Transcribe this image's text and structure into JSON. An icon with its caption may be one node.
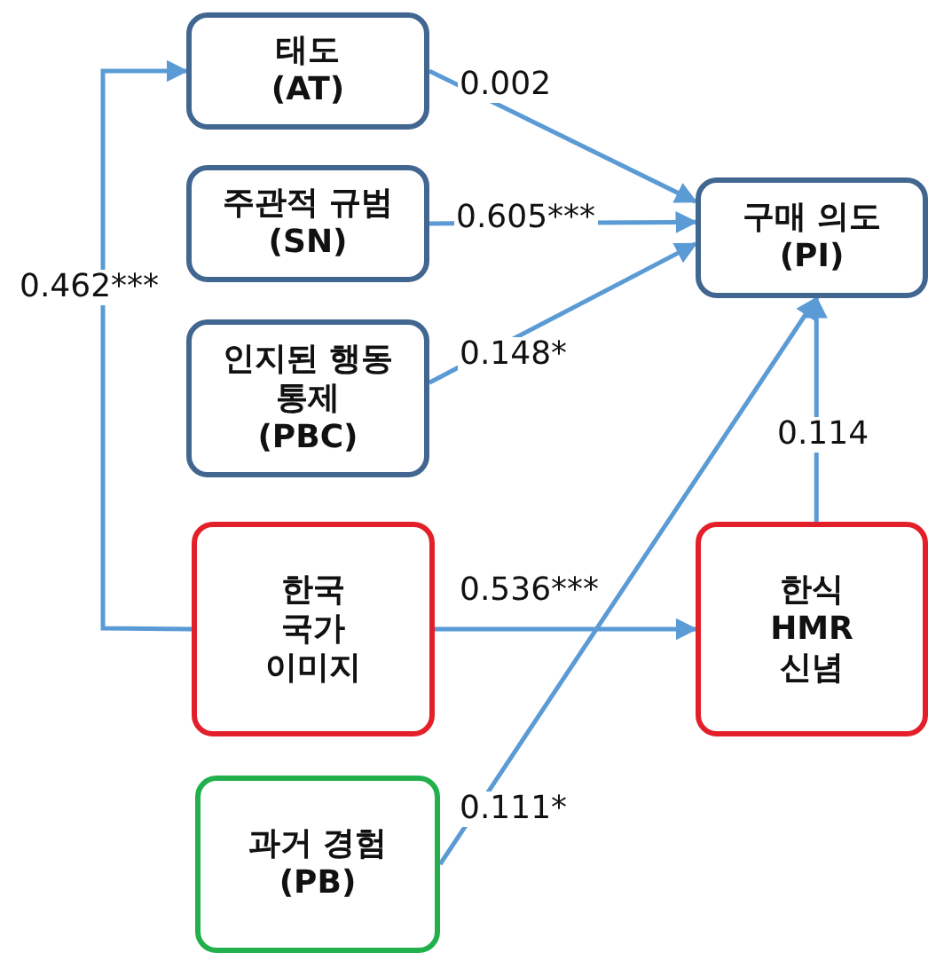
{
  "diagram": {
    "nodes": [
      {
        "text": [
          "태도",
          "(AT)"
        ]
      },
      {
        "text": [
          "주관적 규범",
          "(SN)"
        ]
      },
      {
        "text": [
          "인지된 행동 통제",
          "(PBC)"
        ]
      },
      {
        "text": [
          "구매 의도",
          "(PI)"
        ]
      },
      {
        "text": [
          "한국 국가 이미지"
        ]
      },
      {
        "text": [
          "한식 HMR 신념"
        ]
      },
      {
        "text": [
          "과거 경험",
          "(PB)"
        ]
      }
    ],
    "edges": [
      {
        "from": 0,
        "to": 3,
        "arrow": "to",
        "label": "0.002"
      },
      {
        "from": 1,
        "to": 3,
        "arrow": "to",
        "label": "0.605***"
      },
      {
        "from": 2,
        "to": 3,
        "arrow": "to",
        "label": "0.148*"
      },
      {
        "from": 4,
        "to": 0,
        "arrow": "to",
        "label": "0.462***"
      },
      {
        "from": 4,
        "to": 5,
        "arrow": "to",
        "label": "0.536***"
      },
      {
        "from": 6,
        "to": 3,
        "arrow": "to",
        "label": "0.111*"
      },
      {
        "from": 5,
        "to": 3,
        "arrow": "to",
        "label": "0.114"
      }
    ]
  }
}
